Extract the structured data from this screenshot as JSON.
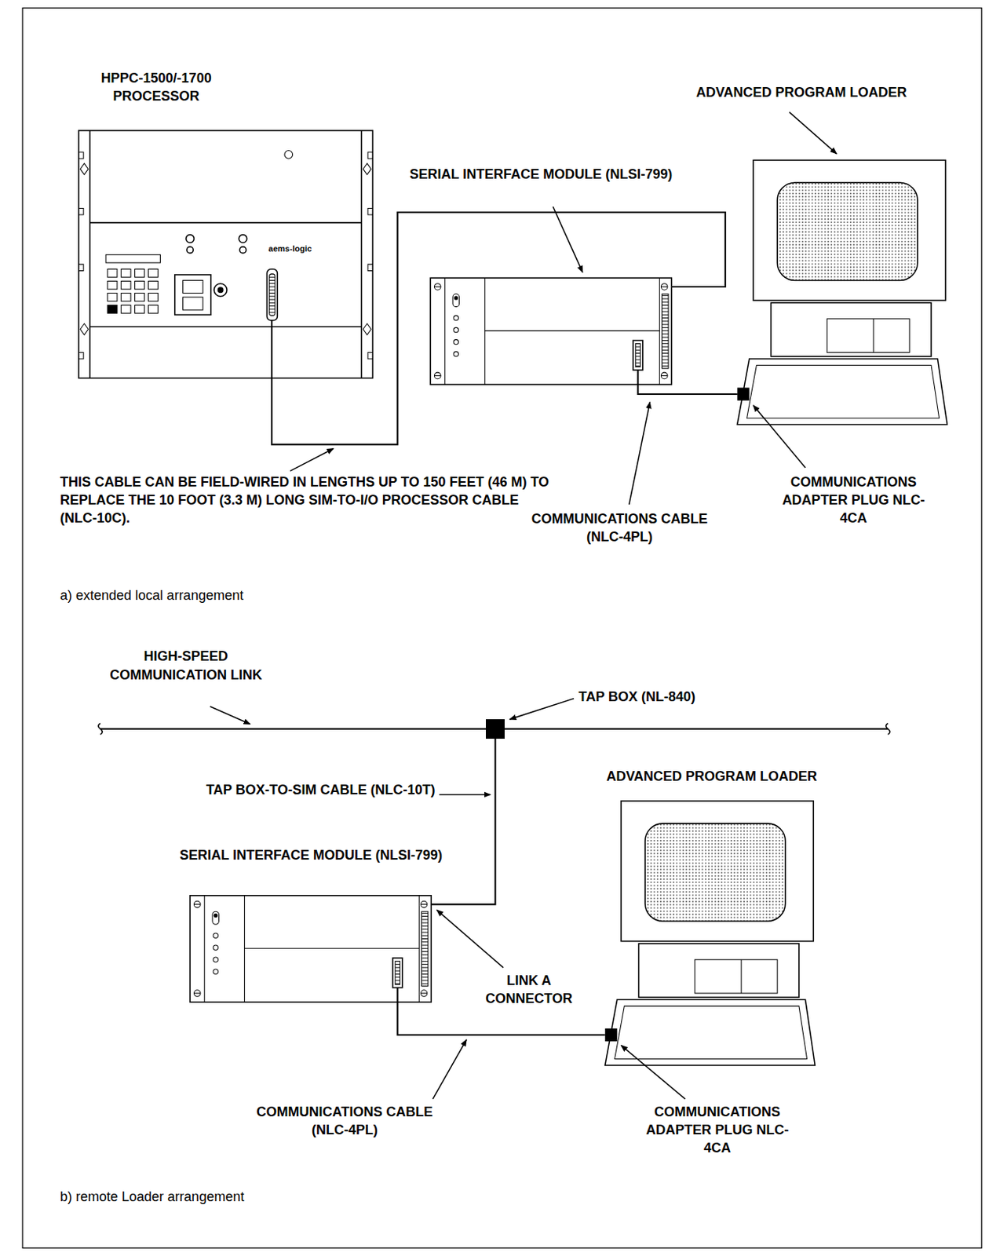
{
  "diagram": {
    "nodes": [
      {
        "text": [
          "HPPC-1500/-1700 PROCESSOR",
          "aems-logic"
        ]
      },
      {
        "text": [
          "SERIAL INTERFACE MODULE (NLSI-799)"
        ]
      },
      {
        "text": [
          "ADVANCED PROGRAM LOADER"
        ]
      },
      {
        "text": [
          "TAP BOX (NL-840)"
        ]
      },
      {
        "text": [
          "SERIAL INTERFACE MODULE (NLSI-799)"
        ]
      },
      {
        "text": [
          "ADVANCED PROGRAM LOADER"
        ]
      }
    ],
    "edges": [
      {
        "from": 0,
        "to": 1,
        "arrow": "none"
      },
      {
        "from": 1,
        "to": 2,
        "arrow": "none"
      },
      {
        "from": 3,
        "to": 4,
        "arrow": "none"
      },
      {
        "from": 4,
        "to": 5,
        "arrow": "none"
      }
    ],
    "labels": [
      "THIS CABLE CAN BE FIELD-WIRED IN LENGTHS UP TO 150 FEET (46 M) TO REPLACE THE 10 FOOT (3.3 M) LONG SIM-TO-I/O PROCESSOR CABLE (NLC-10C).",
      "COMMUNICATIONS CABLE (NLC-4PL)",
      "COMMUNICATIONS ADAPTER PLUG NLC-4CA",
      "a) extended local arrangement",
      "HIGH-SPEED COMMUNICATION LINK",
      "TAP BOX-TO-SIM CABLE (NLC-10T)",
      "LINK A CONNECTOR",
      "COMMUNICATIONS CABLE (NLC-4PL)",
      "COMMUNICATIONS ADAPTER PLUG NLC-4CA",
      "b) remote Loader arrangement"
    ]
  }
}
